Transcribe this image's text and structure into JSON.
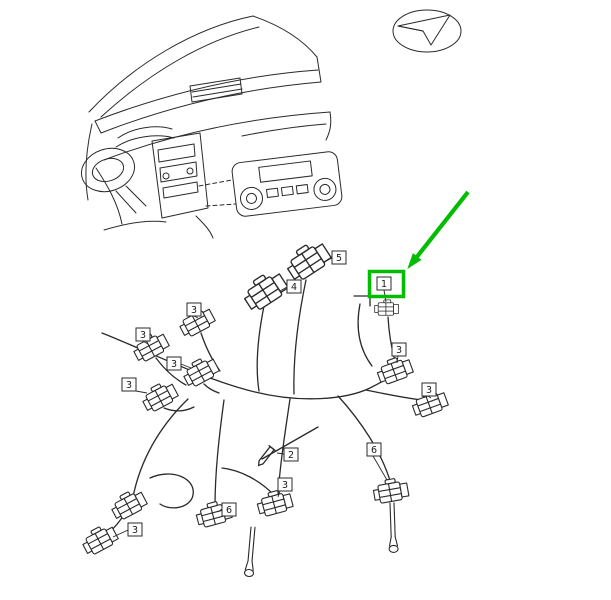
{
  "diagram": {
    "type": "parts-wiring-harness-diagram",
    "background": "#ffffff",
    "line_color": "#2a2a2a",
    "highlight": {
      "color": "#00bd00",
      "target_callout": "1"
    },
    "callouts": [
      {
        "label": "5"
      },
      {
        "label": "4"
      },
      {
        "label": "1"
      },
      {
        "label": "3"
      },
      {
        "label": "3"
      },
      {
        "label": "3"
      },
      {
        "label": "3"
      },
      {
        "label": "3"
      },
      {
        "label": "3"
      },
      {
        "label": "2"
      },
      {
        "label": "6"
      },
      {
        "label": "3"
      },
      {
        "label": "6"
      },
      {
        "label": "3"
      }
    ]
  }
}
